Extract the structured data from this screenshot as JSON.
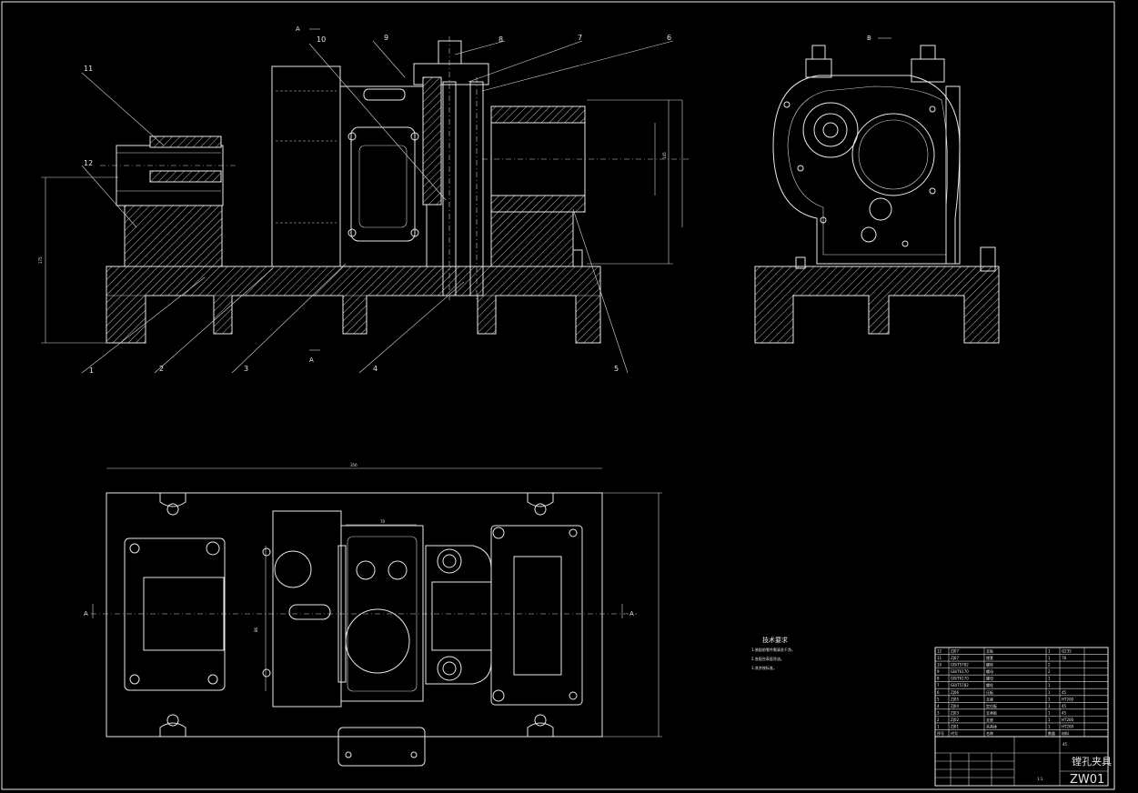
{
  "colors": {
    "background": "#000000",
    "line": "#e8e8e8"
  },
  "part_labels": [
    "1",
    "2",
    "3",
    "4",
    "5",
    "6",
    "7",
    "8",
    "9",
    "10",
    "11",
    "12"
  ],
  "section_marks": {
    "front_top": "A",
    "front_bottom": "A",
    "side_view": "B",
    "plan_left": "A",
    "plan_right": "A"
  },
  "tech_requirements": {
    "heading": "技术要求",
    "lines": [
      "1.装配前零件需清洗干净。",
      "2.各配合表面涂油。",
      "3.其余按标准。"
    ]
  },
  "title_block": {
    "title": "镗孔夹具",
    "code": "ZW01",
    "material": "45",
    "scale": "1:1",
    "bom_rows": [
      {
        "no": "12",
        "code": "ZJ07",
        "name": "支板",
        "qty": "1",
        "mat": "Q235"
      },
      {
        "no": "11",
        "code": "ZJ07",
        "name": "镗套",
        "qty": "1",
        "mat": "T8"
      },
      {
        "no": "10",
        "code": "GB/T5782",
        "name": "螺栓",
        "qty": "2",
        "mat": ""
      },
      {
        "no": "9",
        "code": "GB/T6170",
        "name": "螺母",
        "qty": "2",
        "mat": ""
      },
      {
        "no": "8",
        "code": "GB/T6170",
        "name": "螺母",
        "qty": "1",
        "mat": ""
      },
      {
        "no": "7",
        "code": "GB/T5782",
        "name": "螺栓",
        "qty": "1",
        "mat": ""
      },
      {
        "no": "6",
        "code": "ZJ06",
        "name": "压板",
        "qty": "1",
        "mat": "45"
      },
      {
        "no": "5",
        "code": "ZJ05",
        "name": "支座",
        "qty": "1",
        "mat": "HT200"
      },
      {
        "no": "4",
        "code": "ZJ04",
        "name": "定位板",
        "qty": "1",
        "mat": "45"
      },
      {
        "no": "3",
        "code": "ZJ03",
        "name": "支承板",
        "qty": "1",
        "mat": "45"
      },
      {
        "no": "2",
        "code": "ZJ02",
        "name": "支座",
        "qty": "1",
        "mat": "HT200"
      },
      {
        "no": "1",
        "code": "ZJ01",
        "name": "夹具体",
        "qty": "1",
        "mat": "HT200"
      }
    ],
    "header": {
      "no": "序号",
      "code": "代号",
      "name": "名称",
      "qty": "数量",
      "mat": "材料"
    }
  }
}
